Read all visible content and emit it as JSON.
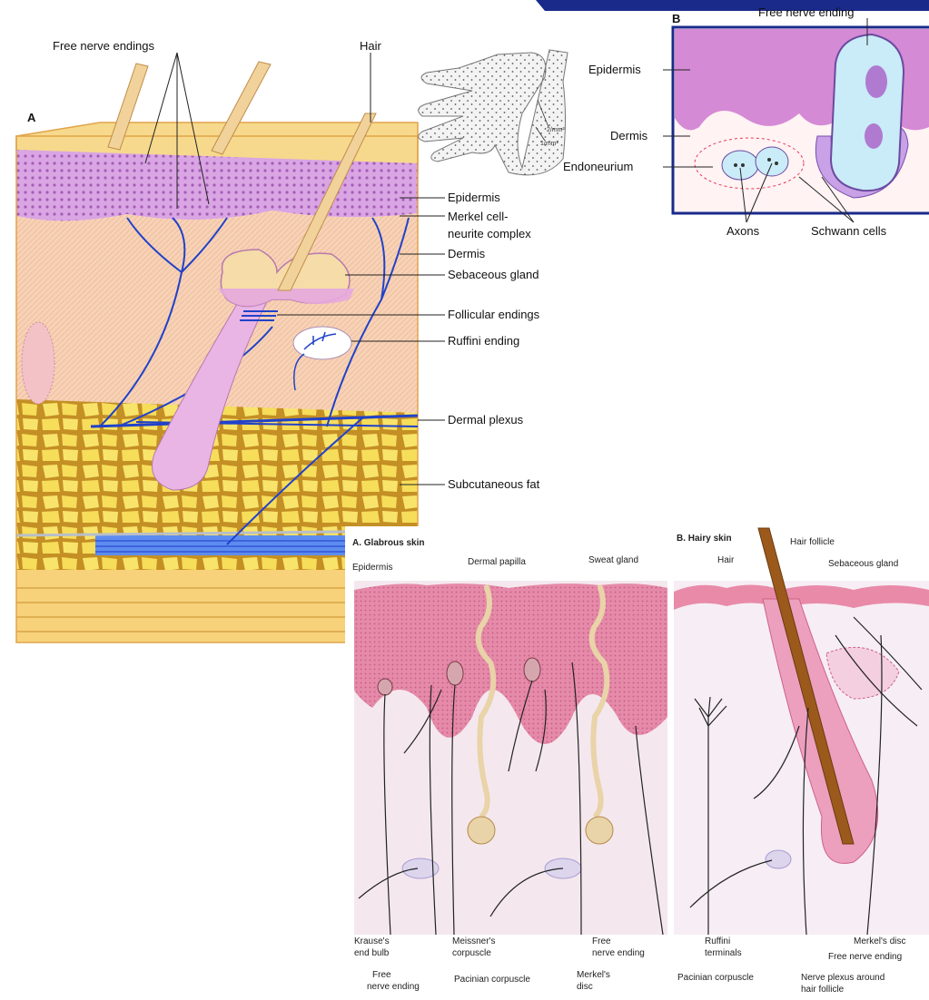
{
  "panel_skin_block": {
    "panel_letter": "A",
    "labels": {
      "free_nerve_endings": "Free nerve endings",
      "hair": "Hair",
      "epidermis": "Epidermis",
      "merkel_line1": "Merkel cell-",
      "merkel_line2": "neurite complex",
      "dermis": "Dermis",
      "sebaceous_gland": "Sebaceous gland",
      "follicular_endings": "Follicular endings",
      "ruffini_ending": "Ruffini ending",
      "dermal_plexus": "Dermal plexus",
      "subcutaneous_fat": "Subcutaneous fat"
    },
    "colors": {
      "epidermis": "#c98fd6",
      "dermis": "#f3c9a8",
      "fat": "#f6dd5a",
      "nerve": "#2142c9",
      "hair": "#e9c98b",
      "follicle": "#e6a8de"
    }
  },
  "panel_hand": {
    "label_upper": "2/mm²",
    "label_lower": "1/mm²"
  },
  "panel_nerve_ending": {
    "panel_letter": "B",
    "labels": {
      "free_nerve_ending": "Free nerve ending",
      "epidermis": "Epidermis",
      "dermis": "Dermis",
      "endoneurium": "Endoneurium",
      "axons": "Axons",
      "schwann_cells": "Schwann cells"
    },
    "colors": {
      "border": "#1a2a8a",
      "epidermis": "#c878c8",
      "schwann": "#c7e6f5"
    }
  },
  "panel_receptors": {
    "glabrous_title": "A. Glabrous skin",
    "hairy_title": "B. Hairy skin",
    "labels": {
      "epidermis": "Epidermis",
      "dermal_papilla": "Dermal papilla",
      "sweat_gland": "Sweat gland",
      "hair": "Hair",
      "hair_follicle": "Hair follicle",
      "sebaceous_gland": "Sebaceous gland",
      "krause_l1": "Krause's",
      "krause_l2": "end bulb",
      "free_nerve_ending_a_l1": "Free",
      "free_nerve_ending_a_l2": "nerve ending",
      "meissner_l1": "Meissner's",
      "meissner_l2": "corpuscle",
      "pacinian_a": "Pacinian corpuscle",
      "free_nerve_ending_b_l1": "Free",
      "free_nerve_ending_b_l2": "nerve ending",
      "merkel_disc_a_l1": "Merkel's",
      "merkel_disc_a_l2": "disc",
      "ruffini_l1": "Ruffini",
      "ruffini_l2": "terminals",
      "pacinian_b": "Pacinian corpuscle",
      "nerve_plexus_l1": "Nerve plexus around",
      "nerve_plexus_l2": "hair follicle",
      "merkel_disc_b": "Merkel's disc",
      "free_nerve_ending_c": "Free nerve ending"
    },
    "colors": {
      "epidermis": "#e58aa8",
      "dermis": "#f3e6ee",
      "hair": "#9b5a1c"
    }
  }
}
